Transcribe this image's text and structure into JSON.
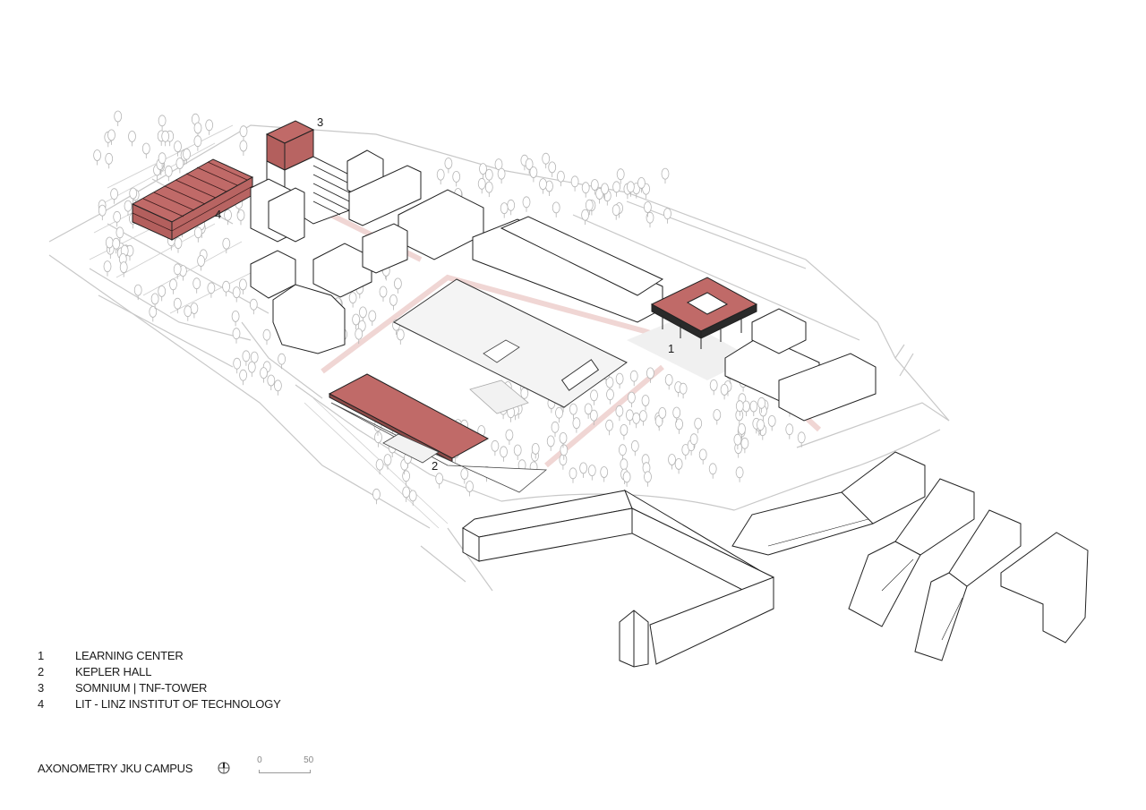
{
  "drawing": {
    "title": "AXONOMETRY JKU CAMPUS",
    "highlight_color": "#c06a68",
    "path_color": "#f0d6d4",
    "line_color": "#222222",
    "context_line_color": "#bdbdbd"
  },
  "legend": {
    "items": [
      {
        "num": "1",
        "label": "LEARNING CENTER"
      },
      {
        "num": "2",
        "label": "KEPLER HALL"
      },
      {
        "num": "3",
        "label": "SOMNIUM | TNF-TOWER"
      },
      {
        "num": "4",
        "label": "LIT - LINZ INSTITUT OF TECHNOLOGY"
      }
    ]
  },
  "markers": {
    "m1": "1",
    "m2": "2",
    "m3": "3",
    "m4": "4"
  },
  "scale": {
    "start": "0",
    "end": "50",
    "north_icon": "north-arrow-icon"
  }
}
